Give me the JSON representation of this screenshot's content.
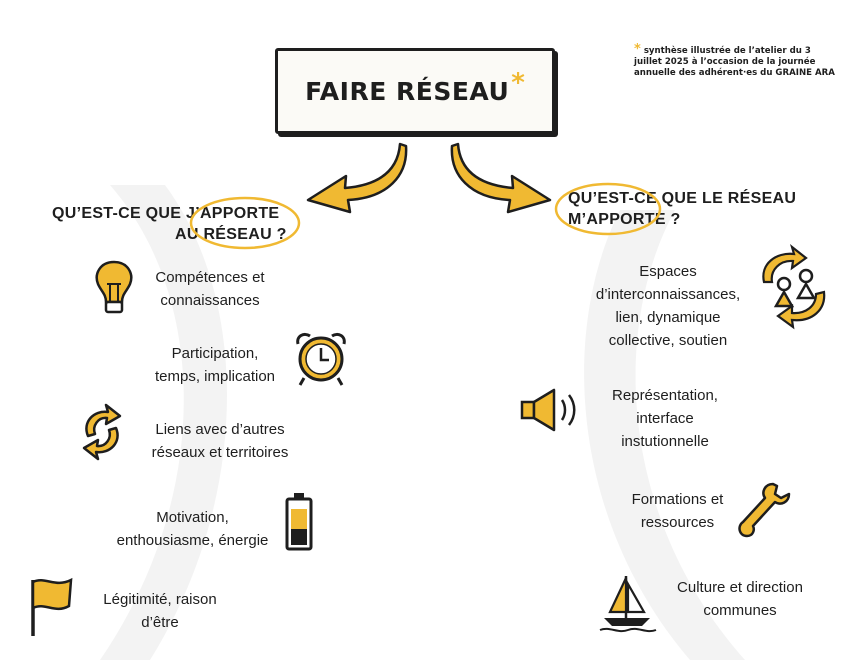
{
  "title": "FAIRE RÉSEAU",
  "title_star": "*",
  "note": {
    "star": "*",
    "text": "synthèse illustrée de l’atelier du 3 juillet 2025 à l’occasion de la journée annuelle des adhérent·es du GRAINE ARA"
  },
  "left": {
    "heading_line1": "QU’EST-CE QUE J’APPORTE",
    "heading_line2": "AU RÉSEAU ?",
    "items": [
      {
        "line1": "Compétences et",
        "line2": "connaissances",
        "icon": "lightbulb-icon"
      },
      {
        "line1": "Participation,",
        "line2": "temps, implication",
        "icon": "alarm-clock-icon"
      },
      {
        "line1": "Liens avec d’autres",
        "line2": "réseaux et territoires",
        "icon": "cycle-arrows-icon"
      },
      {
        "line1": "Motivation,",
        "line2": "enthousiasme, énergie",
        "icon": "battery-icon"
      },
      {
        "line1": "Légitimité, raison",
        "line2": "d’être",
        "icon": "flag-icon"
      }
    ]
  },
  "right": {
    "heading_line1": "QU’EST-CE QUE LE RÉSEAU",
    "heading_line2": "M’APPORTE ?",
    "items": [
      {
        "line1": "Espaces",
        "line2": "d’interconnaissances,",
        "line3": "lien, dynamique",
        "line4": "collective, soutien",
        "icon": "people-exchange-icon"
      },
      {
        "line1": "Représentation,",
        "line2": "interface",
        "line3": "instutionnelle",
        "icon": "megaphone-icon"
      },
      {
        "line1": "Formations et",
        "line2": "ressources",
        "icon": "wrench-icon"
      },
      {
        "line1": "Culture et direction",
        "line2": "communes",
        "icon": "sailboat-icon"
      }
    ]
  },
  "colors": {
    "accent": "#f0b932",
    "ink": "#1e1e1e",
    "watermark": "#eeeeee"
  }
}
